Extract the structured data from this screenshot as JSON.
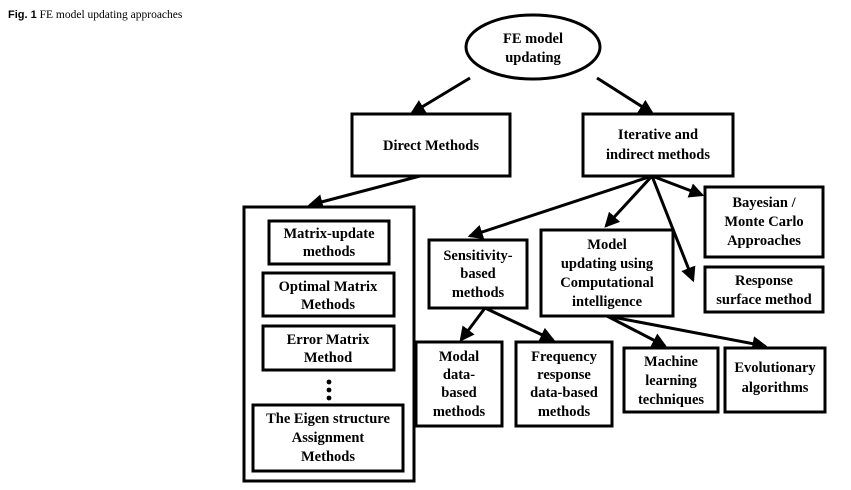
{
  "caption": {
    "label": "Fig. 1",
    "text": "FE model updating approaches"
  },
  "nodes": {
    "root": [
      "FE model",
      "updating"
    ],
    "direct": [
      "Direct Methods"
    ],
    "iterative": [
      "Iterative and",
      "indirect methods"
    ],
    "bayesian": [
      "Bayesian /",
      "Monte Carlo",
      "Approaches"
    ],
    "response_surface": [
      "Response",
      "surface method"
    ],
    "sensitivity": [
      "Sensitivity-",
      "based",
      "methods"
    ],
    "computational": [
      "Model",
      "updating using",
      "Computational",
      "intelligence"
    ],
    "matrix_update": [
      "Matrix-update",
      "methods"
    ],
    "optimal_matrix": [
      "Optimal Matrix",
      "Methods"
    ],
    "error_matrix": [
      "Error Matrix",
      "Method"
    ],
    "eigen_structure": [
      "The Eigen structure",
      "Assignment",
      "Methods"
    ],
    "modal": [
      "Modal",
      "data-",
      "based",
      "methods"
    ],
    "frequency": [
      "Frequency",
      "response",
      "data-based",
      "methods"
    ],
    "machine_learning": [
      "Machine",
      "learning",
      "techniques"
    ],
    "evolutionary": [
      "Evolutionary",
      "algorithms"
    ]
  },
  "colors": {
    "stroke": "#000000",
    "fill": "#ffffff",
    "text": "#000000"
  }
}
